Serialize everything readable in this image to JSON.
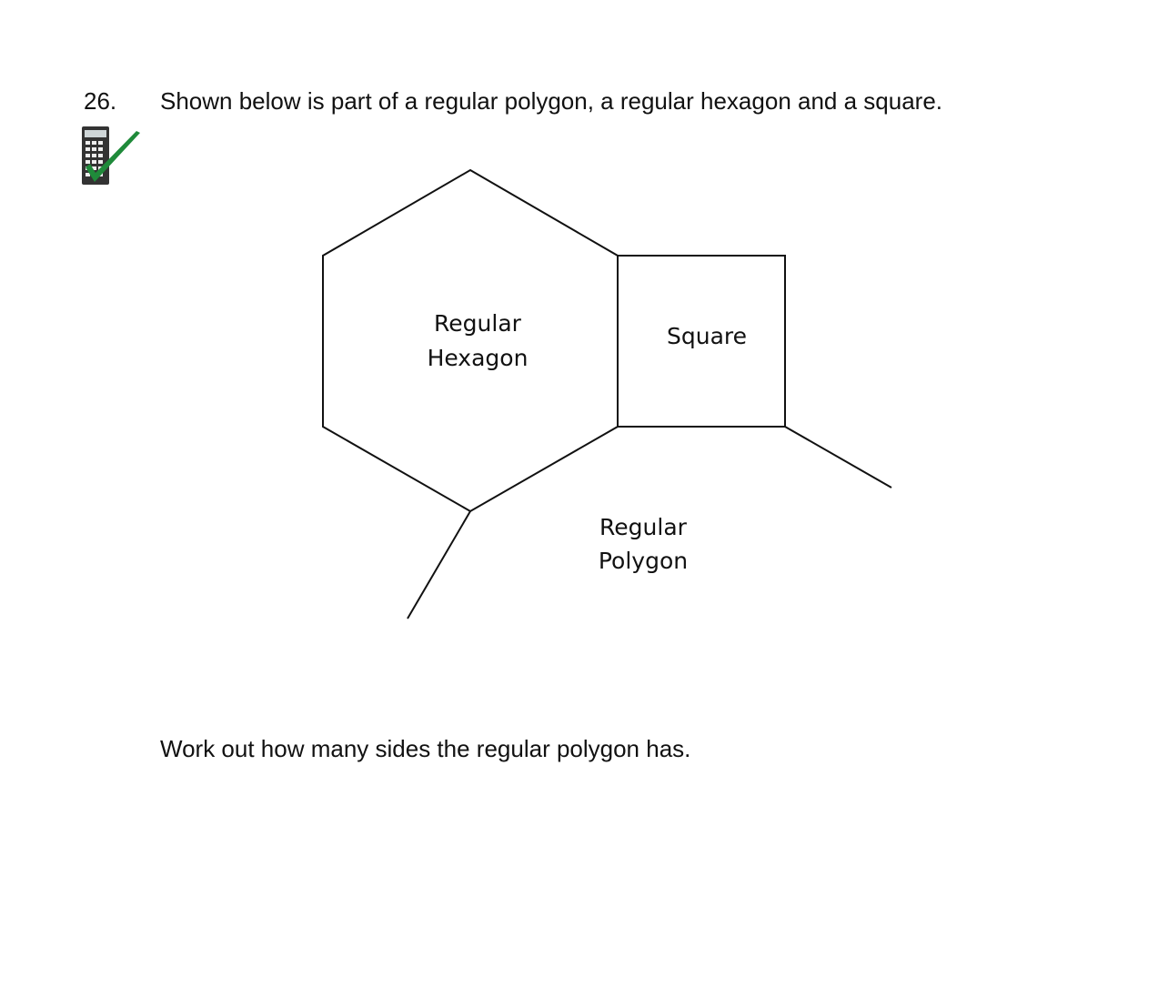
{
  "question": {
    "number": "26.",
    "text": "Shown below is part of a regular polygon, a regular hexagon and a square.",
    "prompt": "Work out how many sides the regular polygon has."
  },
  "icons": {
    "calculator_allowed": "calculator-with-green-tick-icon",
    "tick_color": "#1f8a3a"
  },
  "diagram": {
    "labels": {
      "hexagon_line1": "Regular",
      "hexagon_line2": "Hexagon",
      "square": "Square",
      "polygon_line1": "Regular",
      "polygon_line2": "Polygon"
    }
  }
}
